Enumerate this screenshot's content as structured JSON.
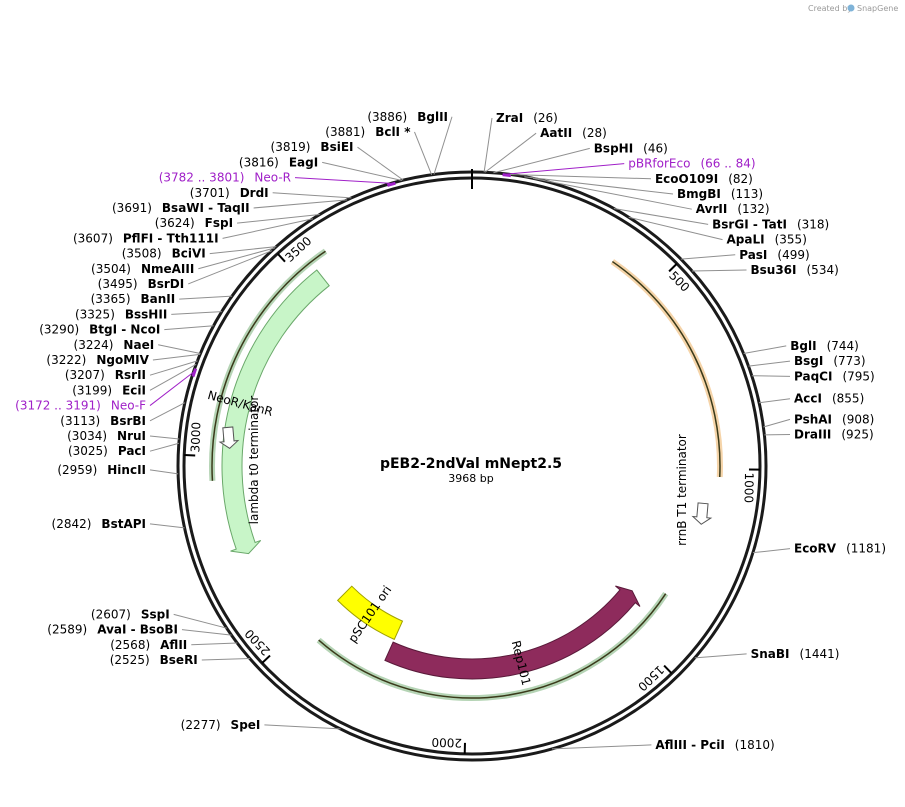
{
  "credit": {
    "text": "Created by",
    "brand": "SnapGene"
  },
  "plasmid": {
    "name": "pEB2-2ndVal mNept2.5",
    "size_label": "3968 bp",
    "length": 3968
  },
  "ticks": [
    {
      "label": "500",
      "bp": 500
    },
    {
      "label": "1000",
      "bp": 1000
    },
    {
      "label": "1500",
      "bp": 1500
    },
    {
      "label": "2000",
      "bp": 2000
    },
    {
      "label": "2500",
      "bp": 2500
    },
    {
      "label": "3000",
      "bp": 3000
    },
    {
      "label": "3500",
      "bp": 3500
    }
  ],
  "features": [
    {
      "id": "neor",
      "label": "NeoR/KanR",
      "start": 2740,
      "end": 3545,
      "strand": -1,
      "color": "#c8f5c8",
      "stroke": "#6aa86a",
      "label_color": "#000000"
    },
    {
      "id": "rep101",
      "label": "Rep101",
      "start": 1410,
      "end": 2250,
      "strand": -1,
      "color": "#8e2b5c",
      "stroke": "#5a1a3a",
      "label_color": "#ffffff"
    },
    {
      "id": "psc101",
      "label": "pSC101 ori",
      "start": 2250,
      "end": 2480,
      "strand": 0,
      "color": "#ffff00",
      "stroke": "#a0a000",
      "label_color": "#000000"
    },
    {
      "id": "rrnb",
      "label": "rrnB T1 terminator",
      "start": 1080,
      "end": 1160,
      "strand": 1,
      "color": "#ffffff",
      "stroke": "#555555",
      "label_color": "#000000"
    },
    {
      "id": "lambda",
      "label": "lambda t0 terminator",
      "start": 3020,
      "end": 3080,
      "strand": -1,
      "color": "#ffffff",
      "stroke": "#555555",
      "label_color": "#000000"
    }
  ],
  "orfs": [
    {
      "id": "orf-orange",
      "start": 380,
      "end": 1020,
      "color": "#e8a040"
    },
    {
      "id": "orf-green-neo",
      "start": 2940,
      "end": 3590,
      "color": "#5aa05a"
    },
    {
      "id": "orf-green-rep",
      "start": 1360,
      "end": 2440,
      "color": "#5aa05a"
    }
  ],
  "sites": [
    {
      "name": "BglII",
      "pos": "(3886)",
      "bp": 3886,
      "side": "L"
    },
    {
      "name": "BclI *",
      "pos": "(3881)",
      "bp": 3881,
      "side": "L"
    },
    {
      "name": "BsiEI",
      "pos": "(3819)",
      "bp": 3819,
      "side": "L"
    },
    {
      "name": "EagI",
      "pos": "(3816)",
      "bp": 3816,
      "side": "L"
    },
    {
      "name": "Neo-R",
      "pos": "(3782 .. 3801)",
      "bp": 3792,
      "side": "L",
      "primer": true
    },
    {
      "name": "DrdI",
      "pos": "(3701)",
      "bp": 3701,
      "side": "L"
    },
    {
      "name": "BsaWI  - TaqII",
      "pos": "(3691)",
      "bp": 3691,
      "side": "L"
    },
    {
      "name": "FspI",
      "pos": "(3624)",
      "bp": 3624,
      "side": "L"
    },
    {
      "name": "PflFI  - Tth111I",
      "pos": "(3607)",
      "bp": 3607,
      "side": "L"
    },
    {
      "name": "BciVI",
      "pos": "(3508)",
      "bp": 3508,
      "side": "L"
    },
    {
      "name": "NmeAIII",
      "pos": "(3504)",
      "bp": 3504,
      "side": "L"
    },
    {
      "name": "BsrDI",
      "pos": "(3495)",
      "bp": 3495,
      "side": "L"
    },
    {
      "name": "BanII",
      "pos": "(3365)",
      "bp": 3365,
      "side": "L"
    },
    {
      "name": "BssHII",
      "pos": "(3325)",
      "bp": 3325,
      "side": "L"
    },
    {
      "name": "BtgI  - NcoI",
      "pos": "(3290)",
      "bp": 3290,
      "side": "L"
    },
    {
      "name": "NaeI",
      "pos": "(3224)",
      "bp": 3224,
      "side": "L"
    },
    {
      "name": "NgoMIV",
      "pos": "(3222)",
      "bp": 3222,
      "side": "L"
    },
    {
      "name": "RsrII",
      "pos": "(3207)",
      "bp": 3207,
      "side": "L"
    },
    {
      "name": "EciI",
      "pos": "(3199)",
      "bp": 3199,
      "side": "L"
    },
    {
      "name": "Neo-F",
      "pos": "(3172 .. 3191)",
      "bp": 3181,
      "side": "L",
      "primer": true
    },
    {
      "name": "BsrBI",
      "pos": "(3113)",
      "bp": 3113,
      "side": "L"
    },
    {
      "name": "NruI",
      "pos": "(3034)",
      "bp": 3034,
      "side": "L"
    },
    {
      "name": "PacI",
      "pos": "(3025)",
      "bp": 3025,
      "side": "L"
    },
    {
      "name": "HincII",
      "pos": "(2959)",
      "bp": 2959,
      "side": "L"
    },
    {
      "name": "BstAPI",
      "pos": "(2842)",
      "bp": 2842,
      "side": "L"
    },
    {
      "name": "SspI",
      "pos": "(2607)",
      "bp": 2607,
      "side": "L"
    },
    {
      "name": "AvaI  - BsoBI",
      "pos": "(2589)",
      "bp": 2589,
      "side": "L"
    },
    {
      "name": "AflII",
      "pos": "(2568)",
      "bp": 2568,
      "side": "L"
    },
    {
      "name": "BseRI",
      "pos": "(2525)",
      "bp": 2525,
      "side": "L"
    },
    {
      "name": "SpeI",
      "pos": "(2277)",
      "bp": 2277,
      "side": "L"
    },
    {
      "name": "ZraI",
      "pos": "(26)",
      "bp": 26,
      "side": "R"
    },
    {
      "name": "AatII",
      "pos": "(28)",
      "bp": 28,
      "side": "R"
    },
    {
      "name": "BspHI",
      "pos": "(46)",
      "bp": 46,
      "side": "R"
    },
    {
      "name": "pBRforEco",
      "pos": "(66 .. 84)",
      "bp": 75,
      "side": "R",
      "primer": true
    },
    {
      "name": "EcoO109I",
      "pos": "(82)",
      "bp": 82,
      "side": "R"
    },
    {
      "name": "BmgBI",
      "pos": "(113)",
      "bp": 113,
      "side": "R"
    },
    {
      "name": "AvrII",
      "pos": "(132)",
      "bp": 132,
      "side": "R"
    },
    {
      "name": "BsrGI  - TatI",
      "pos": "(318)",
      "bp": 318,
      "side": "R"
    },
    {
      "name": "ApaLI",
      "pos": "(355)",
      "bp": 355,
      "side": "R"
    },
    {
      "name": "PasI",
      "pos": "(499)",
      "bp": 499,
      "side": "R"
    },
    {
      "name": "Bsu36I",
      "pos": "(534)",
      "bp": 534,
      "side": "R"
    },
    {
      "name": "BglI",
      "pos": "(744)",
      "bp": 744,
      "side": "R"
    },
    {
      "name": "BsgI",
      "pos": "(773)",
      "bp": 773,
      "side": "R"
    },
    {
      "name": "PaqCI",
      "pos": "(795)",
      "bp": 795,
      "side": "R"
    },
    {
      "name": "AccI",
      "pos": "(855)",
      "bp": 855,
      "side": "R"
    },
    {
      "name": "PshAI",
      "pos": "(908)",
      "bp": 908,
      "side": "R"
    },
    {
      "name": "DraIII",
      "pos": "(925)",
      "bp": 925,
      "side": "R"
    },
    {
      "name": "EcoRV",
      "pos": "(1181)",
      "bp": 1181,
      "side": "R"
    },
    {
      "name": "SnaBI",
      "pos": "(1441)",
      "bp": 1441,
      "side": "R"
    },
    {
      "name": "AflIII  - PciI",
      "pos": "(1810)",
      "bp": 1810,
      "side": "R"
    }
  ]
}
